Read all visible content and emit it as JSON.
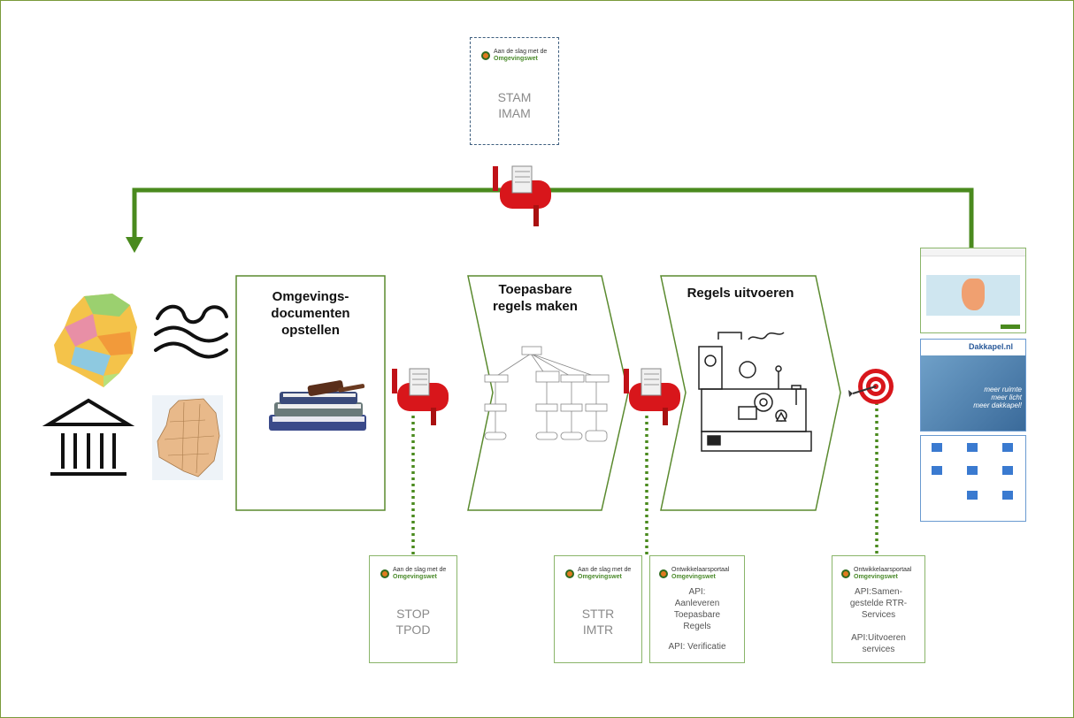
{
  "standards_top": {
    "logo_line1": "Aan de slag met de",
    "logo_line2": "Omgevingswet",
    "line1": "STAM",
    "line2": "IMAM"
  },
  "stages": [
    {
      "title": "Omgevings-\ndocumenten\nopstellen"
    },
    {
      "title": "Toepasbare\nregels maken"
    },
    {
      "title": "Regels uitvoeren"
    }
  ],
  "standards_bottom": [
    {
      "logo_line1": "Aan de slag met de",
      "logo_line2": "Omgevingswet",
      "line1": "STOP",
      "line2": "TPOD"
    },
    {
      "logo_line1": "Aan de slag met de",
      "logo_line2": "Omgevingswet",
      "line1": "STTR",
      "line2": "IMTR"
    }
  ],
  "api_boxes": [
    {
      "logo_line1": "Ontwikkelaarsportaal",
      "logo_line2": "Omgevingswet",
      "text1": "API:\nAanleveren\nToepasbare\nRegels",
      "text2": "API: Verificatie"
    },
    {
      "logo_line1": "Ontwikkelaarsportaal",
      "logo_line2": "Omgevingswet",
      "text1": "API:Samen-\ngestelde RTR-\nServices",
      "text2": "API:Uitvoeren\nservices"
    }
  ],
  "right_thumbs": {
    "dakkapel_brand": "Dakkapel.nl",
    "dakkapel_slogan": "meer ruimte\nmeer licht\nmeer dakkapel!"
  },
  "colors": {
    "arrow_green": "#4a8a1e",
    "box_border": "#8ab56a",
    "mailbox_red": "#d8161b",
    "dashed_blue": "#3f5f7f"
  }
}
